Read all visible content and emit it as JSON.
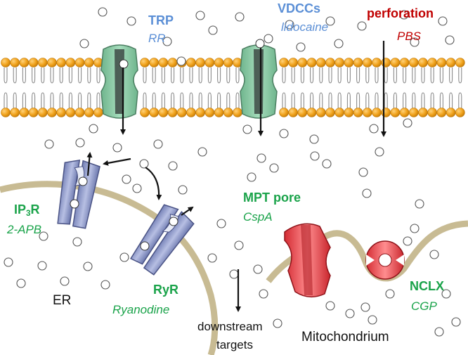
{
  "labels": {
    "trp": {
      "name": "TRP",
      "inhibitor": "RR"
    },
    "vdcc": {
      "name": "VDCCs",
      "inhibitor": "lidocaine"
    },
    "perforation": {
      "name": "perforation",
      "inhibitor": "PBS"
    },
    "ip3r": {
      "name_main": "IP",
      "name_sub": "3",
      "name_tail": "R",
      "inhibitor": "2-APB"
    },
    "ryr": {
      "name": "RyR",
      "inhibitor": "Ryanodine"
    },
    "mpt": {
      "name": "MPT pore",
      "inhibitor": "CspA"
    },
    "nclx": {
      "name": "NCLX",
      "inhibitor": "CGP"
    },
    "er": "ER",
    "mito": "Mitochondrium",
    "downstream": {
      "line1": "downstream",
      "line2": "targets"
    }
  },
  "colors": {
    "lipid_head": "#f0a21c",
    "membrane_channel": "#8cc9a6",
    "er_receptor": "#8c96c8",
    "mito_pore": "#e8474e",
    "organelle_membrane": "#c8bb93"
  }
}
